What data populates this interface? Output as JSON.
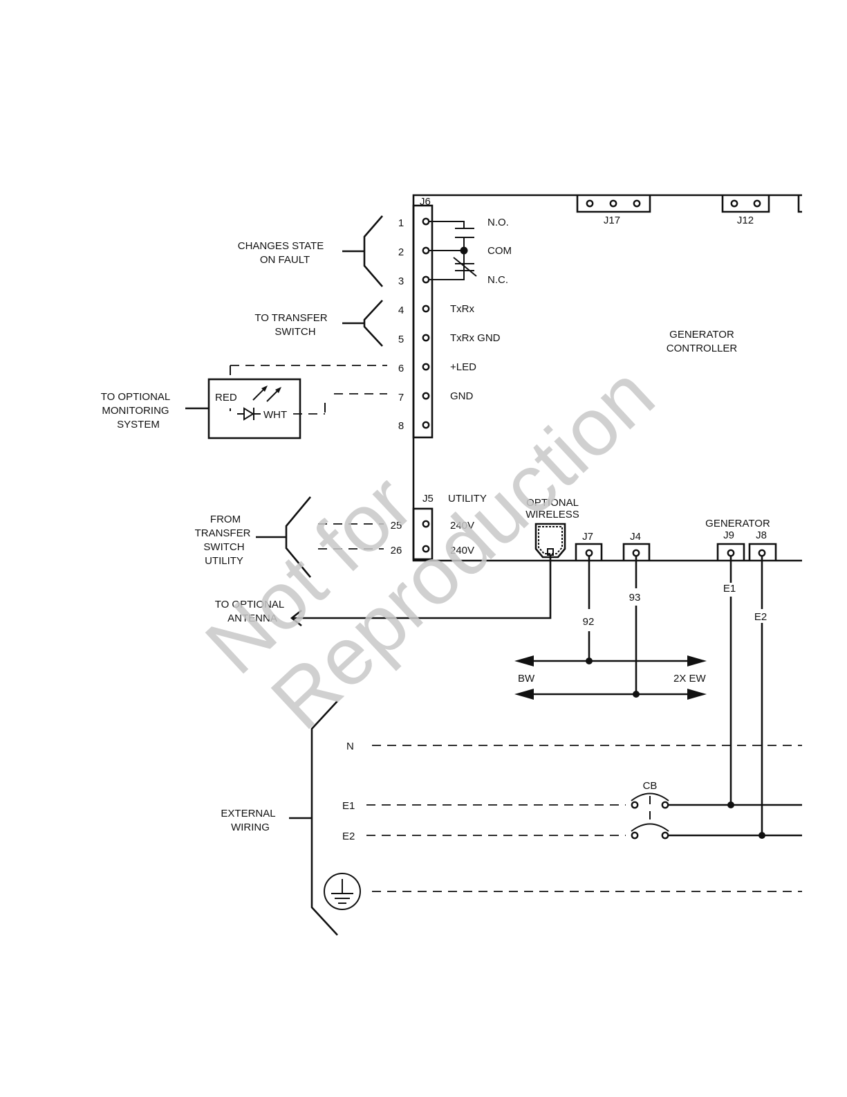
{
  "labels": {
    "j6": "J6",
    "j17": "J17",
    "j12": "J12",
    "j5": "J5",
    "utility": "UTILITY",
    "j7": "J7",
    "j4": "J4",
    "j9": "J9",
    "j8": "J8",
    "generator": "GENERATOR",
    "generator_controller": [
      "GENERATOR",
      "CONTROLLER"
    ],
    "optional_wireless": [
      "OPTIONAL",
      "WIRELESS"
    ],
    "changes_state": [
      "CHANGES STATE",
      "ON FAULT"
    ],
    "to_transfer_switch": [
      "TO TRANSFER",
      "SWITCH"
    ],
    "to_optional_monitoring": [
      "TO OPTIONAL",
      "MONITORING",
      "SYSTEM"
    ],
    "from_transfer_switch": [
      "FROM",
      "TRANSFER",
      "SWITCH",
      "UTILITY"
    ],
    "to_optional_antenna": [
      "TO OPTIONAL",
      "ANTENNA"
    ],
    "external_wiring": [
      "EXTERNAL",
      "WIRING"
    ],
    "led_red": "RED",
    "led_wht": "WHT",
    "wire_92": "92",
    "wire_93": "93",
    "wire_e1": "E1",
    "wire_e2": "E2",
    "bw": "BW",
    "ew": "2X EW",
    "n": "N",
    "e1": "E1",
    "e2": "E2",
    "cb": "CB"
  },
  "j6_pins": [
    {
      "num": "1",
      "name": "N.O."
    },
    {
      "num": "2",
      "name": "COM"
    },
    {
      "num": "3",
      "name": "N.C."
    },
    {
      "num": "4",
      "name": "TxRx"
    },
    {
      "num": "5",
      "name": "TxRx GND"
    },
    {
      "num": "6",
      "name": "+LED"
    },
    {
      "num": "7",
      "name": "GND"
    },
    {
      "num": "8",
      "name": ""
    }
  ],
  "j5_pins": [
    {
      "num": "25",
      "name": "240V"
    },
    {
      "num": "26",
      "name": "240V"
    }
  ],
  "watermark": [
    "Not for",
    "Reproduction"
  ]
}
